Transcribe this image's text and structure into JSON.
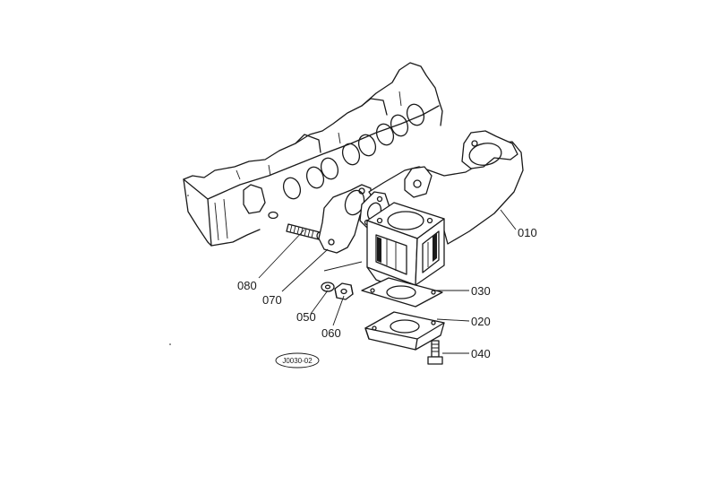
{
  "parts": [
    {
      "id": "010",
      "label": "010"
    },
    {
      "id": "020",
      "label": "020"
    },
    {
      "id": "030",
      "label": "030"
    },
    {
      "id": "040",
      "label": "040"
    },
    {
      "id": "050",
      "label": "050"
    },
    {
      "id": "060",
      "label": "060"
    },
    {
      "id": "070",
      "label": "070"
    },
    {
      "id": "080",
      "label": "080"
    }
  ],
  "drawing_ref": "J0030-02"
}
